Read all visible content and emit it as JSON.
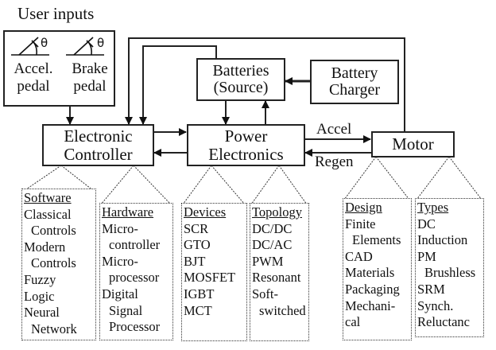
{
  "title": "User inputs",
  "user_inputs": [
    {
      "label_line1": "Accel.",
      "label_line2": "pedal",
      "symbol": "θ",
      "icon": "pedal-angle-icon"
    },
    {
      "label_line1": "Brake",
      "label_line2": "pedal",
      "symbol": "θ",
      "icon": "pedal-angle-icon"
    }
  ],
  "blocks": {
    "batteries": {
      "line1": "Batteries",
      "line2": "(Source)"
    },
    "charger": {
      "line1": "Battery",
      "line2": "Charger"
    },
    "controller": {
      "line1": "Electronic",
      "line2": "Controller"
    },
    "power": {
      "line1": "Power",
      "line2": "Electronics"
    },
    "motor": {
      "line1": "Motor"
    }
  },
  "flow_labels": {
    "accel": "Accel",
    "regen": "Regen"
  },
  "details": [
    {
      "heading": "Software",
      "items": [
        {
          "text": "Classical",
          "indent": false
        },
        {
          "text": "Controls",
          "indent": true
        },
        {
          "text": "Modern",
          "indent": false
        },
        {
          "text": "Controls",
          "indent": true
        },
        {
          "text": "Fuzzy",
          "indent": false
        },
        {
          "text": "Logic",
          "indent": false
        },
        {
          "text": "Neural",
          "indent": false
        },
        {
          "text": "Network",
          "indent": true
        }
      ]
    },
    {
      "heading": "Hardware",
      "items": [
        {
          "text": "Micro-",
          "indent": false
        },
        {
          "text": "controller",
          "indent": true
        },
        {
          "text": "Micro-",
          "indent": false
        },
        {
          "text": "processor",
          "indent": true
        },
        {
          "text": "Digital",
          "indent": false
        },
        {
          "text": "Signal",
          "indent": true
        },
        {
          "text": "Processor",
          "indent": true
        }
      ]
    },
    {
      "heading": "Devices",
      "items": [
        {
          "text": "SCR",
          "indent": false
        },
        {
          "text": "GTO",
          "indent": false
        },
        {
          "text": "BJT",
          "indent": false
        },
        {
          "text": "MOSFET",
          "indent": false
        },
        {
          "text": "IGBT",
          "indent": false
        },
        {
          "text": "MCT",
          "indent": false
        }
      ]
    },
    {
      "heading": "Topology",
      "items": [
        {
          "text": "DC/DC",
          "indent": false
        },
        {
          "text": "DC/AC",
          "indent": false
        },
        {
          "text": "PWM",
          "indent": false
        },
        {
          "text": "Resonant",
          "indent": false
        },
        {
          "text": "Soft-",
          "indent": false
        },
        {
          "text": "switched",
          "indent": true
        }
      ]
    },
    {
      "heading": "Design",
      "items": [
        {
          "text": "Finite",
          "indent": false
        },
        {
          "text": "Elements",
          "indent": true
        },
        {
          "text": "CAD",
          "indent": false
        },
        {
          "text": "Materials",
          "indent": false
        },
        {
          "text": "Packaging",
          "indent": false
        },
        {
          "text": "Mechani-",
          "indent": false
        },
        {
          "text": "cal",
          "indent": false
        }
      ]
    },
    {
      "heading": "Types",
      "items": [
        {
          "text": "DC",
          "indent": false
        },
        {
          "text": "Induction",
          "indent": false
        },
        {
          "text": "PM",
          "indent": false
        },
        {
          "text": "Brushless",
          "indent": true
        },
        {
          "text": "SRM",
          "indent": false
        },
        {
          "text": "Synch.",
          "indent": false
        },
        {
          "text": "Reluctanc",
          "indent": false
        }
      ]
    }
  ]
}
